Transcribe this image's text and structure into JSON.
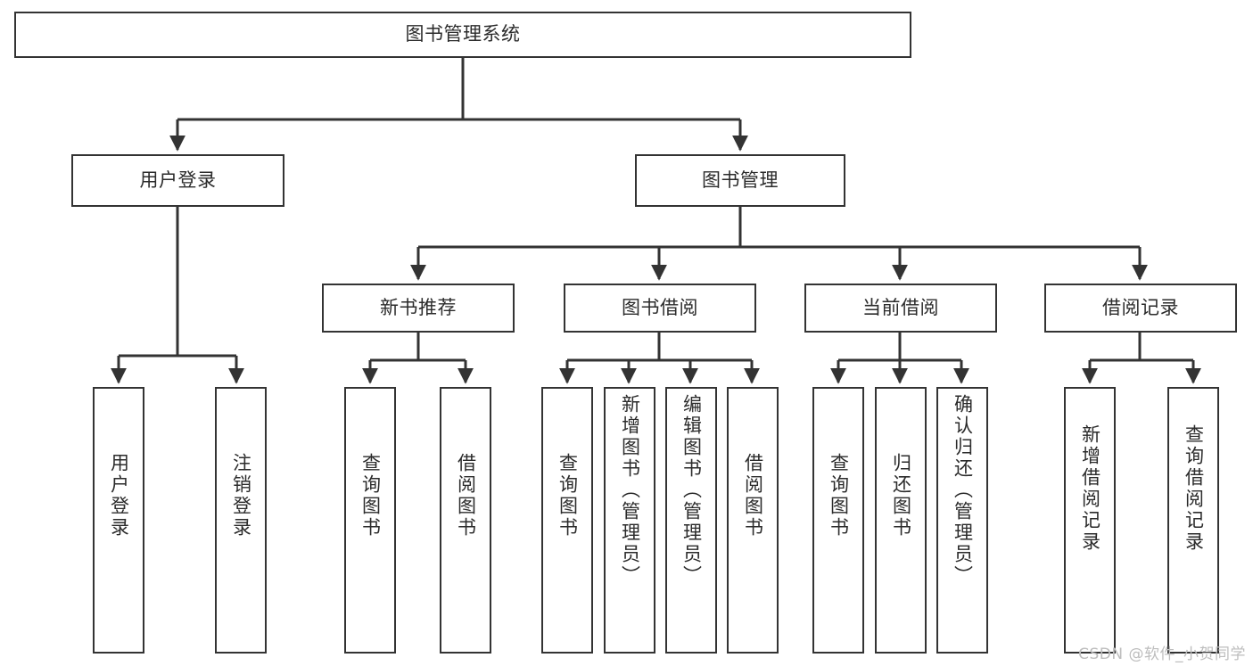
{
  "diagram": {
    "title": "图书管理系统",
    "type": "tree",
    "accent_color": "#333333",
    "background_color": "#ffffff",
    "text_color": "#2b2b2b",
    "root": {
      "id": "root",
      "label": "图书管理系统"
    },
    "branches": [
      {
        "id": "user-login",
        "label": "用户登录"
      },
      {
        "id": "book-manage",
        "label": "图书管理"
      },
      {
        "id": "new-book-recommend",
        "label": "新书推荐"
      },
      {
        "id": "book-borrow",
        "label": "图书借阅"
      },
      {
        "id": "current-borrow",
        "label": "当前借阅"
      },
      {
        "id": "borrow-record",
        "label": "借阅记录"
      }
    ],
    "leaves": [
      {
        "id": "leaf-user-login",
        "label": "用户登录"
      },
      {
        "id": "leaf-logout-login",
        "label": "注销登录"
      },
      {
        "id": "leaf-query-book-1",
        "label": "查询图书"
      },
      {
        "id": "leaf-borrow-book-1",
        "label": "借阅图书"
      },
      {
        "id": "leaf-query-book-2",
        "label": "查询图书"
      },
      {
        "id": "leaf-add-book",
        "label": "新增图书（管理员）"
      },
      {
        "id": "leaf-edit-book",
        "label": "编辑图书（管理员）"
      },
      {
        "id": "leaf-borrow-book-2",
        "label": "借阅图书"
      },
      {
        "id": "leaf-query-book-3",
        "label": "查询图书"
      },
      {
        "id": "leaf-return-book",
        "label": "归还图书"
      },
      {
        "id": "leaf-confirm-return",
        "label": "确认归还（管理员）"
      },
      {
        "id": "leaf-add-record",
        "label": "新增借阅记录"
      },
      {
        "id": "leaf-query-record",
        "label": "查询借阅记录"
      }
    ]
  },
  "watermark": {
    "text": "CSDN @软件_小贺同学"
  }
}
